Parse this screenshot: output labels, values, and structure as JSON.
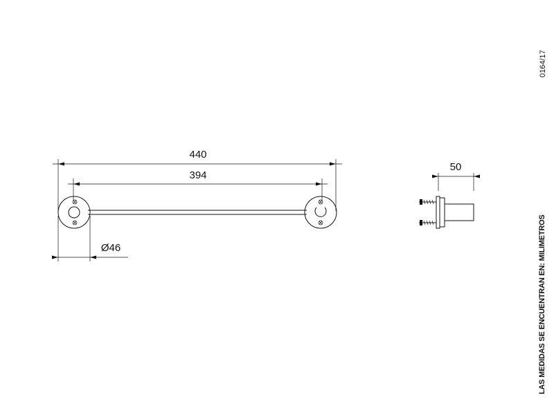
{
  "drawing": {
    "dimensions": {
      "overall_length": "440",
      "bar_length": "394",
      "flange_diameter": "Ø46",
      "projection": "50"
    },
    "reference_code": "0164/17",
    "units_note": "LAS MEDIDAS SE ENCUENTRAN EN: MILIMETROS"
  }
}
